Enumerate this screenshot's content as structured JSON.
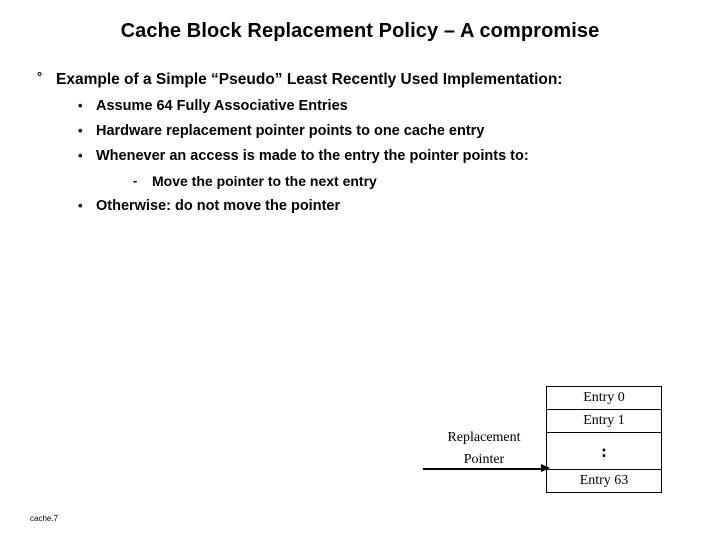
{
  "slide": {
    "title": "Cache Block Replacement Policy – A compromise",
    "footer": "cache.7",
    "bullets": {
      "level1": {
        "marker": "°",
        "text": "Example of a Simple “Pseudo” Least Recently Used Implementation:"
      },
      "items": [
        {
          "marker": "•",
          "level": 2,
          "text": "Assume 64 Fully Associative Entries"
        },
        {
          "marker": "•",
          "level": 2,
          "text": "Hardware  replacement pointer points to one cache entry"
        },
        {
          "marker": "•",
          "level": 2,
          "text": "Whenever an access is made to the entry the pointer points to:"
        },
        {
          "marker": "-",
          "level": 3,
          "text": "Move the pointer to the next entry"
        },
        {
          "marker": "•",
          "level": 2,
          "text": "Otherwise: do not move the pointer"
        }
      ]
    },
    "diagram": {
      "pointer_label_line1": "Replacement",
      "pointer_label_line2": "Pointer",
      "arrow": "arrow-right",
      "entries": [
        "Entry 0",
        "Entry 1",
        ":",
        "Entry  63"
      ]
    }
  }
}
